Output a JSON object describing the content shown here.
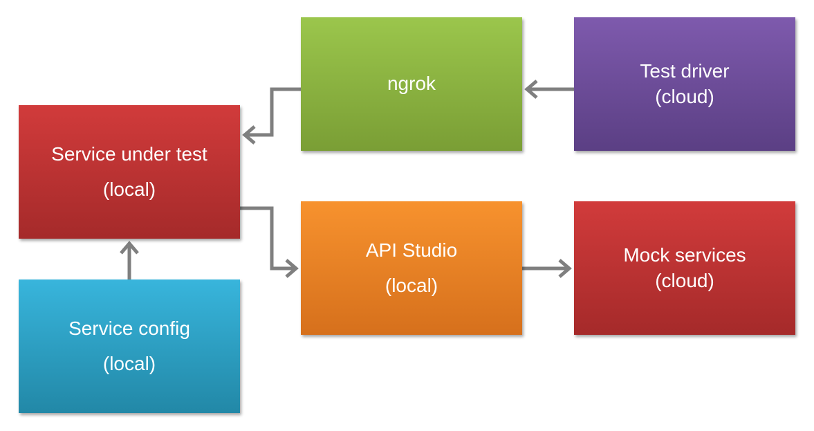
{
  "boxes": {
    "ngrok": {
      "lines": [
        "ngrok"
      ],
      "color": "#8db543"
    },
    "test_driver": {
      "lines": [
        "Test driver",
        "(cloud)"
      ],
      "color": "#6c4c98"
    },
    "service_under_test": {
      "lines": [
        "Service under test",
        "(local)"
      ],
      "color": "#bf3333"
    },
    "api_studio": {
      "lines": [
        "API Studio",
        "(local)"
      ],
      "color": "#e98224"
    },
    "mock_services": {
      "lines": [
        "Mock services",
        "(cloud)"
      ],
      "color": "#bf3333"
    },
    "service_config": {
      "lines": [
        "Service config",
        "(local)"
      ],
      "color": "#2e9fc2"
    }
  },
  "connector_color": "#7f7f7f",
  "edges": [
    {
      "from": "test_driver",
      "to": "ngrok"
    },
    {
      "from": "ngrok",
      "to": "service_under_test"
    },
    {
      "from": "service_under_test",
      "to": "api_studio"
    },
    {
      "from": "api_studio",
      "to": "mock_services"
    },
    {
      "from": "service_config",
      "to": "service_under_test"
    }
  ]
}
